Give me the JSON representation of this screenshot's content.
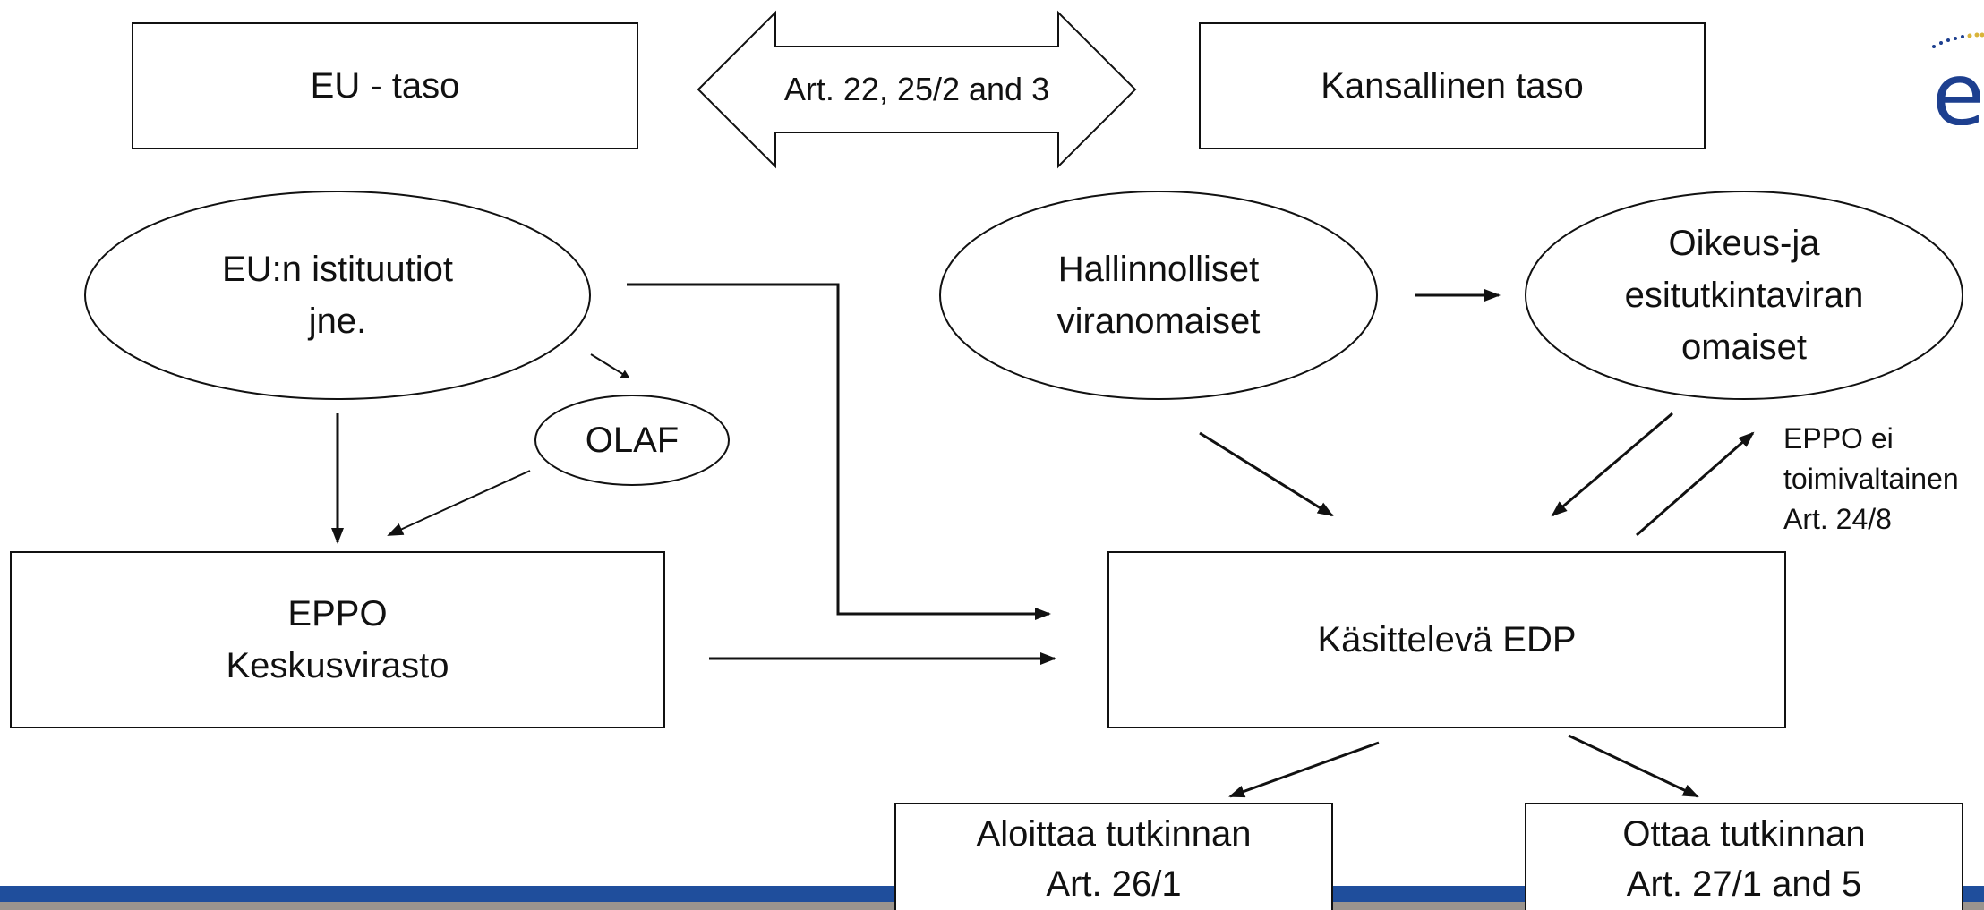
{
  "header": {
    "eu_level": "EU - taso",
    "arrow_label": "Art. 22, 25/2 and 3",
    "national_level": "Kansallinen taso"
  },
  "nodes": {
    "eu_institutions": [
      "EU:n istituutiot",
      "jne."
    ],
    "olaf": "OLAF",
    "eppo_central": [
      "EPPO",
      "Keskusvirasto"
    ],
    "admin_authorities": [
      "Hallinnolliset",
      "viranomaiset"
    ],
    "judicial_authorities": [
      "Oikeus-ja",
      "esitutkintaviran",
      "omaiset"
    ],
    "handling_edp": "Käsittelevä EDP",
    "start_investigation": [
      "Aloittaa tutkinnan",
      "Art. 26/1"
    ],
    "take_over_investigation": [
      "Ottaa tutkinnan",
      "Art. 27/1 and 5"
    ]
  },
  "annotations": {
    "eppo_not_competent": [
      "EPPO ei",
      "toimivaltainen",
      "Art. 24/8"
    ]
  },
  "logo": {
    "text": "ejt",
    "color": "#1d3f8f"
  },
  "colors": {
    "stroke": "#111111",
    "footer_blue": "#1f4e9c",
    "footer_gray": "#9a948e"
  }
}
